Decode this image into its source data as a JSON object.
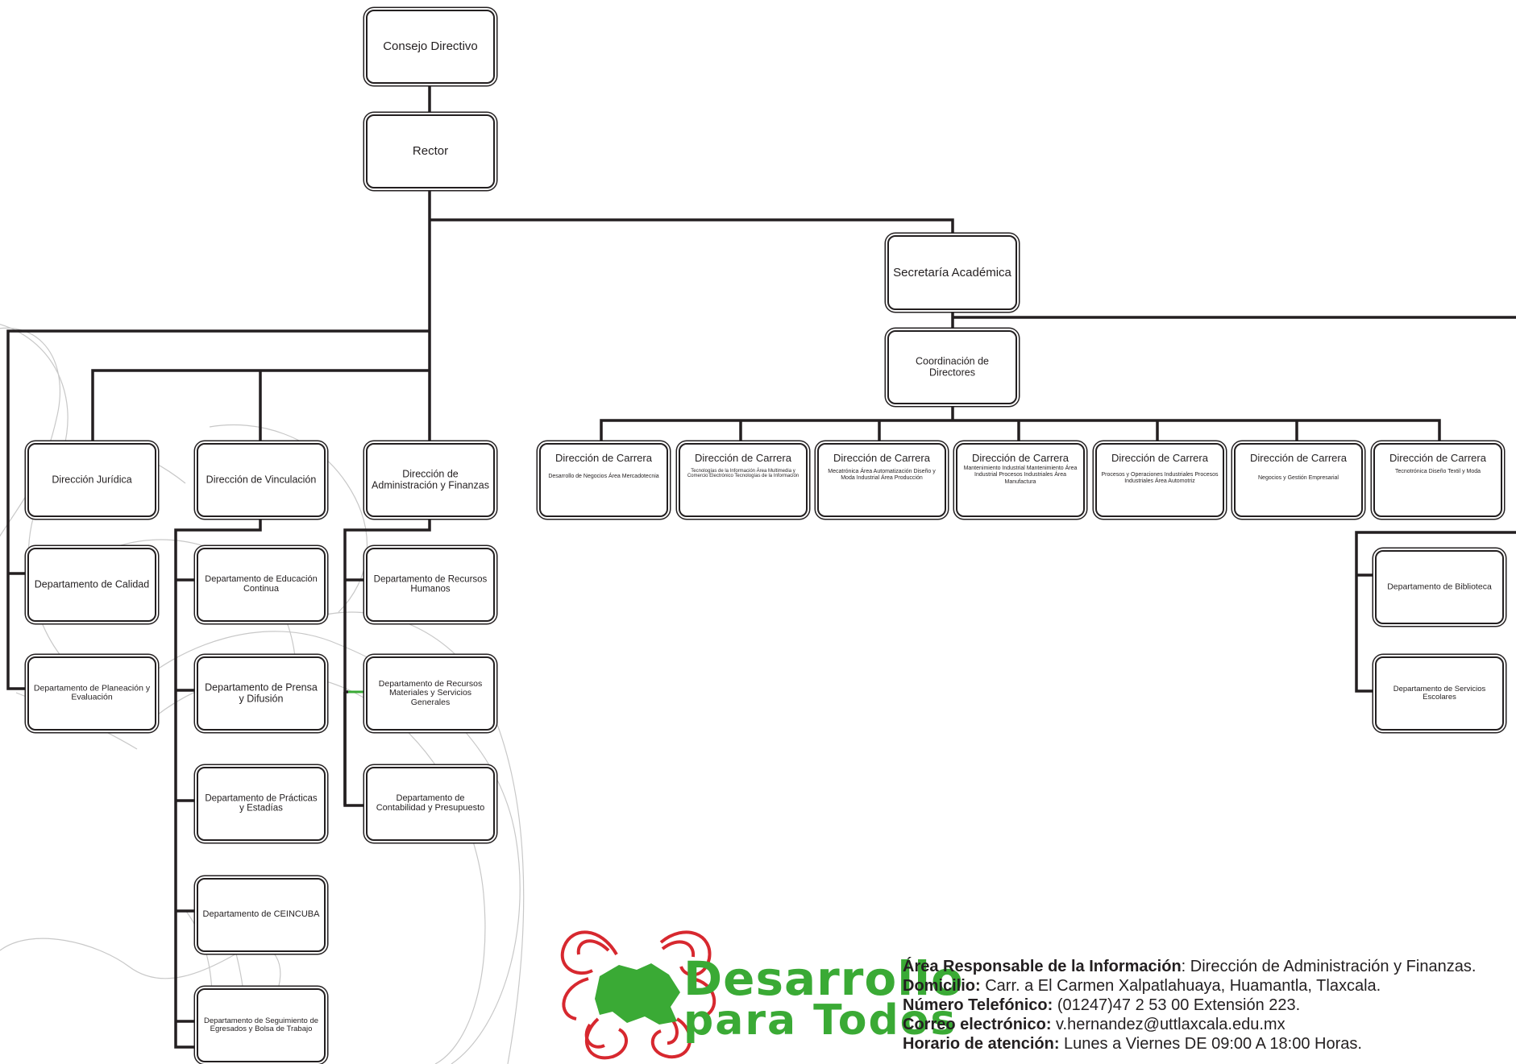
{
  "org_chart": {
    "consejo": "Consejo Directivo",
    "rector": "Rector",
    "secretaria_academica": "Secretaría Académica",
    "coordinacion": "Coordinación de Directores",
    "direccion_juridica": "Dirección Jurídica",
    "direccion_vinculacion": "Dirección de Vinculación",
    "direccion_admin": "Dirección de Administración y Finanzas",
    "calidad": "Departamento de Calidad",
    "planeacion": "Departamento de Planeación y Evaluación",
    "educacion_continua": "Departamento de Educación Continua",
    "prensa": "Departamento de Prensa y Difusión",
    "practicas": "Departamento de Prácticas y Estadías",
    "ceincuba": "Departamento de CEINCUBA",
    "seguimiento": "Departamento de Seguimiento de Egresados y Bolsa de Trabajo",
    "recursos_humanos": "Departamento de Recursos Humanos",
    "recursos_materiales": "Departamento de Recursos Materiales y Servicios Generales",
    "contabilidad": "Departamento de Contabilidad y Presupuesto",
    "biblioteca": "Departamento de Biblioteca",
    "servicios_escolares": "Departamento de Servicios Escolares",
    "carreras": [
      {
        "title": "Dirección de Carrera",
        "sub": "Desarrollo de Negocios Área Mercadotecnia"
      },
      {
        "title": "Dirección de Carrera",
        "sub": "Tecnologías de la Información Área Multimedia y Comercio Electrónico Tecnologías de la Información"
      },
      {
        "title": "Dirección de Carrera",
        "sub": "Mecatrónica Área Automatización Diseño y Moda Industrial Área Producción"
      },
      {
        "title": "Dirección de Carrera",
        "sub": "Mantenimiento Industrial Mantenimiento Área Industrial Procesos Industriales Área Manufactura"
      },
      {
        "title": "Dirección de Carrera",
        "sub": "Procesos y Operaciones Industriales Procesos Industriales Área Automotriz"
      },
      {
        "title": "Dirección de Carrera",
        "sub": "Negocios y Gestión Empresarial"
      },
      {
        "title": "Dirección de Carrera",
        "sub": "Tecnotrónica Diseño Textil y Moda"
      }
    ]
  },
  "logo": {
    "line1": "Desarrollo",
    "line2": "para Todos"
  },
  "footer": {
    "area_label": "Área Responsable de la Información",
    "area_value": ": Dirección de Administración y Finanzas.",
    "domicilio_label": "Domicilio:",
    "domicilio_value": " Carr. a El Carmen Xalpatlahuaya, Huamantla, Tlaxcala.",
    "telefono_label": "Número Telefónico:",
    "telefono_value": " (01247)47 2 53 00 Extensión 223.",
    "correo_label": "Correo electrónico:",
    "correo_value": " v.hernandez@uttlaxcala.edu.mx",
    "horario_label": "Horario de atención:",
    "horario_value": " Lunes a Viernes DE 09:00 A 18:00 Horas."
  }
}
